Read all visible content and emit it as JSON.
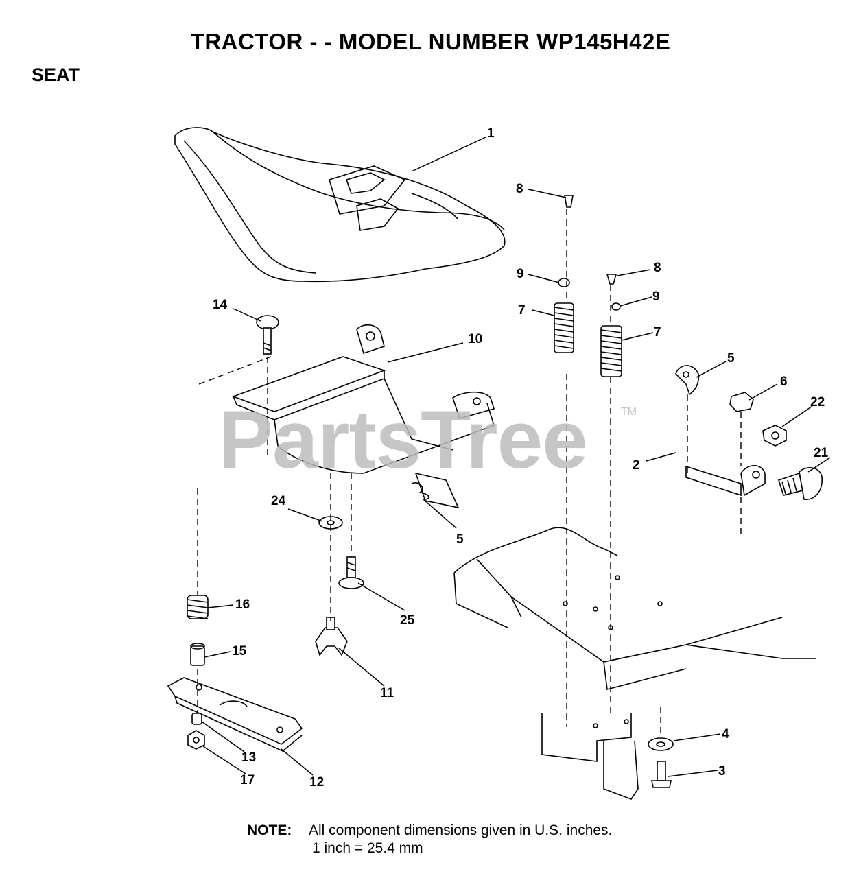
{
  "title": "TRACTOR - - MODEL NUMBER WP145H42E",
  "section": "SEAT",
  "watermark": {
    "text": "PartsTree",
    "mark": "TM"
  },
  "note": {
    "label": "NOTE:",
    "line1": "All component  dimensions given in U.S. inches.",
    "line2": "1 inch = 25.4 mm"
  },
  "callouts": [
    {
      "id": "c1",
      "label": "1"
    },
    {
      "id": "c2",
      "label": "2"
    },
    {
      "id": "c3",
      "label": "3"
    },
    {
      "id": "c4",
      "label": "4"
    },
    {
      "id": "c5a",
      "label": "5"
    },
    {
      "id": "c5b",
      "label": "5"
    },
    {
      "id": "c6",
      "label": "6"
    },
    {
      "id": "c7a",
      "label": "7"
    },
    {
      "id": "c7b",
      "label": "7"
    },
    {
      "id": "c8a",
      "label": "8"
    },
    {
      "id": "c8b",
      "label": "8"
    },
    {
      "id": "c9a",
      "label": "9"
    },
    {
      "id": "c9b",
      "label": "9"
    },
    {
      "id": "c10",
      "label": "10"
    },
    {
      "id": "c11",
      "label": "11"
    },
    {
      "id": "c12",
      "label": "12"
    },
    {
      "id": "c13",
      "label": "13"
    },
    {
      "id": "c14",
      "label": "14"
    },
    {
      "id": "c15",
      "label": "15"
    },
    {
      "id": "c16",
      "label": "16"
    },
    {
      "id": "c17",
      "label": "17"
    },
    {
      "id": "c21",
      "label": "21"
    },
    {
      "id": "c22",
      "label": "22"
    },
    {
      "id": "c24",
      "label": "24"
    },
    {
      "id": "c25",
      "label": "25"
    }
  ]
}
